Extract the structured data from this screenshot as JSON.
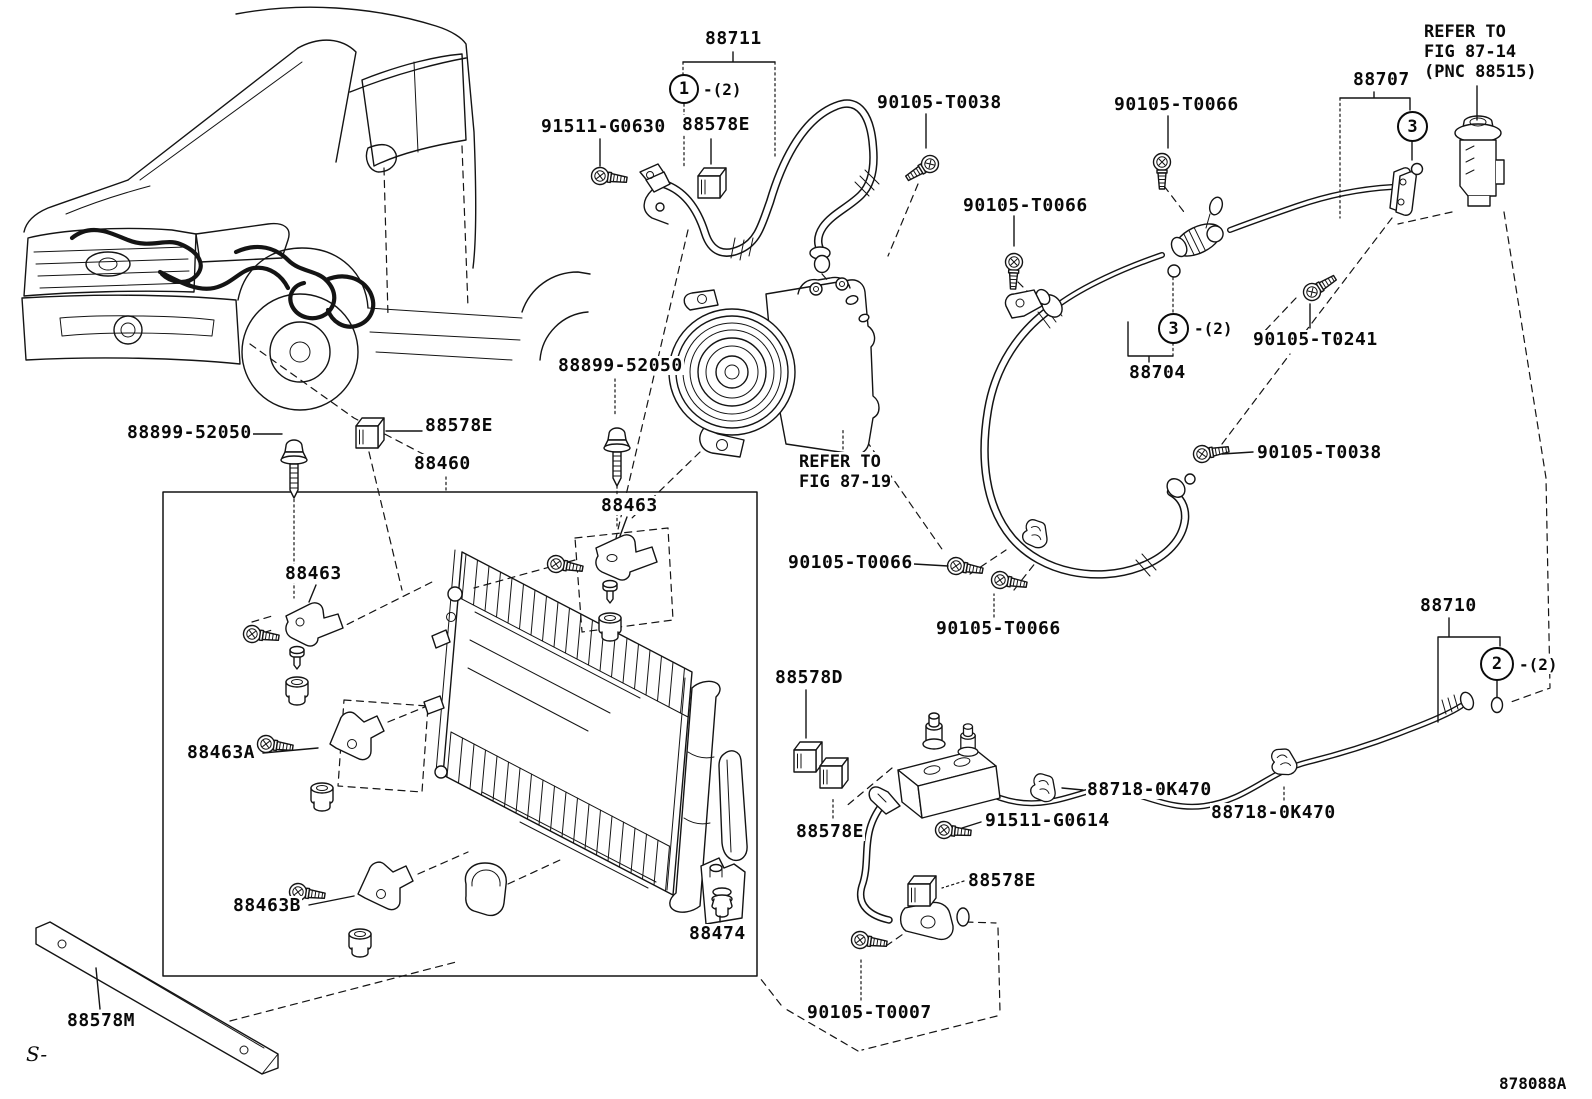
{
  "figure": {
    "callouts": [
      "88711",
      "91511-G0630",
      "88578E",
      "90105-T0038",
      "90105-T0066",
      "88707",
      "90105-T0066",
      "90105-T0241",
      "88704",
      "90105-T0038",
      "88899-52050",
      "88578E",
      "88460",
      "88899-52050",
      "88463",
      "88463",
      "88463A",
      "88463B",
      "88474",
      "88578M",
      "90105-T0066",
      "90105-T0066",
      "88578D",
      "88578E",
      "91511-G0614",
      "88718-0K470",
      "88718-0K470",
      "88578E",
      "90105-T0007",
      "88710"
    ],
    "circled_refs": [
      {
        "num": "1",
        "qty": "-(2)"
      },
      {
        "num": "3",
        "qty": ""
      },
      {
        "num": "3",
        "qty": "-(2)"
      },
      {
        "num": "2",
        "qty": "-(2)"
      }
    ],
    "notes": {
      "refer_valve": [
        "REFER TO",
        "FIG 87-14",
        "(PNC 88515)"
      ],
      "refer_compressor": [
        "REFER TO",
        "FIG 87-19"
      ]
    },
    "footer": {
      "drawing_code": "878088A",
      "margin_code": "S-"
    },
    "colors": {
      "background": "#ffffff",
      "ink": "#141414"
    }
  }
}
